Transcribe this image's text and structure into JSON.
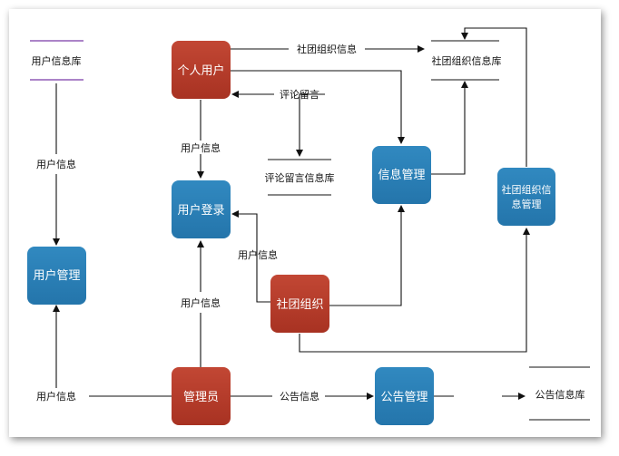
{
  "colors": {
    "red_process": "#b33a2a",
    "blue_process": "#2a7fb5",
    "purple_store": "#7a3aa8",
    "arrow": "#111111"
  },
  "processes": {
    "personal_user": "个人用户",
    "user_login": "用户登录",
    "user_mgmt": "用户管理",
    "info_mgmt": "信息管理",
    "club_info_mgmt_line1": "社团组织信",
    "club_info_mgmt_line2": "息管理",
    "club": "社团组织",
    "admin": "管理员",
    "notice_mgmt": "公告管理"
  },
  "stores": {
    "user_db": "用户信息库",
    "club_db": "社团组织信息库",
    "comment_db": "评论留言信息库",
    "notice_db": "公告信息库"
  },
  "flows": {
    "club_info": "社团组织信息",
    "comment": "评论留言",
    "user_info_login": "用户信息",
    "user_info_left": "用户信息",
    "user_info_club": "用户信息",
    "user_info_admin": "用户信息",
    "user_info_bottom": "用户信息",
    "notice_info": "公告信息"
  }
}
